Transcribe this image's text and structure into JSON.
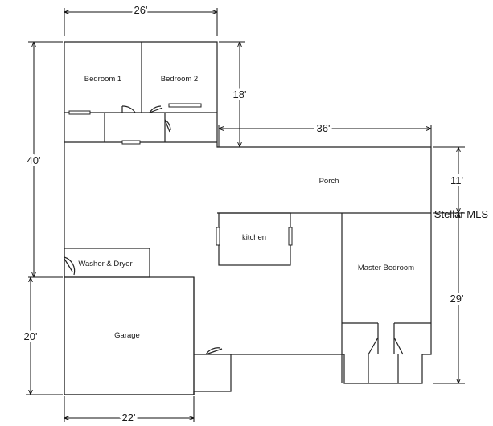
{
  "floor_plan": {
    "dimensions": {
      "top_width": "26'",
      "bedrooms_depth": "18'",
      "porch_width": "36'",
      "left_height": "40'",
      "porch_depth": "11'",
      "master_depth": "29'",
      "garage_height": "20'",
      "garage_width": "22'"
    },
    "rooms": {
      "bedroom1": "Bedroom 1",
      "bedroom2": "Bedroom 2",
      "porch": "Porch",
      "kitchen": "kitchen",
      "washer_dryer": "Washer & Dryer",
      "master_bedroom": "Master Bedroom",
      "garage": "Garage"
    },
    "watermark": "Stellar MLS"
  }
}
